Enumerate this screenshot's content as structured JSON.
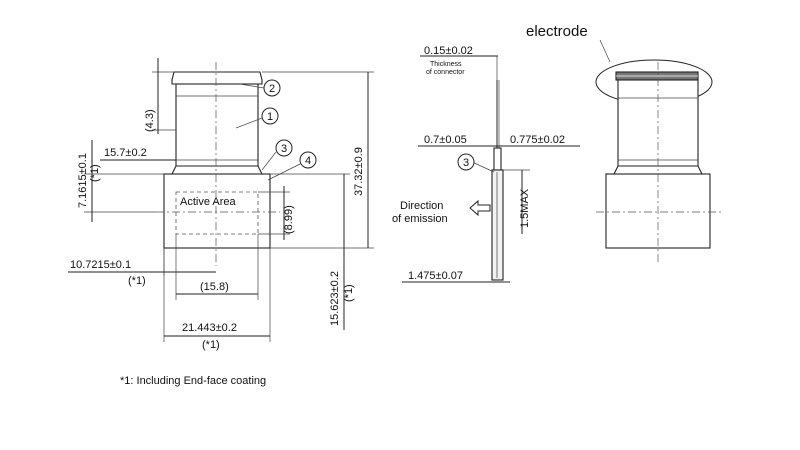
{
  "labels": {
    "electrode": "electrode",
    "active_area": "Active Area",
    "thickness_top": "0.15±0.02",
    "thickness_caption_1": "Thickness",
    "thickness_caption_2": "of connector",
    "dim_07": "0.7±0.05",
    "dim_0775": "0.775±0.02",
    "dim_1475": "1.475±0.07",
    "dim_15max": "1.5MAX",
    "direction_1": "Direction",
    "direction_2": "of emission",
    "dim_43": "(4.3)",
    "dim_157": "15.7±0.2",
    "dim_71615": "7.1615±0.1",
    "dim_71615_note": "(*1)",
    "dim_899": "(8.99)",
    "dim_3732": "37.32±0.9",
    "dim_107215": "10.7215±0.1",
    "dim_107215_note": "(*1)",
    "dim_158": "(15.8)",
    "dim_15623": "15.623±0.2",
    "dim_15623_note": "(*1)",
    "dim_21443": "21.443±0.2",
    "dim_21443_note": "(*1)",
    "footnote": "*1: Including End-face coating"
  },
  "callouts": {
    "c1": "1",
    "c2": "2",
    "c3": "3",
    "c4": "4",
    "c3_side": "3"
  }
}
